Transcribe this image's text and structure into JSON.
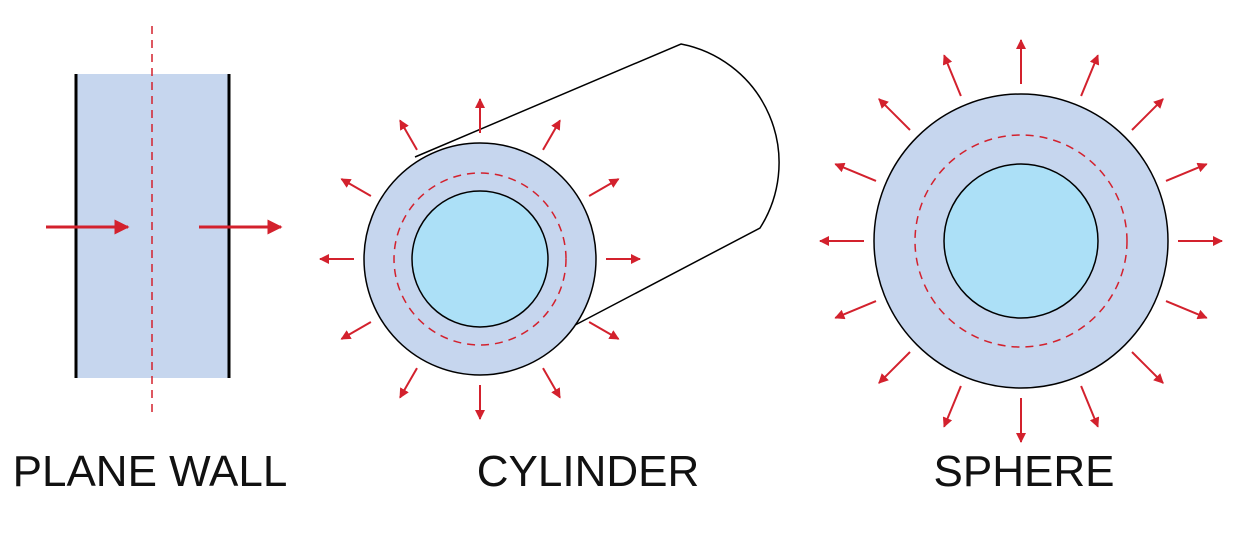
{
  "labels": {
    "plane_wall": "PLANE WALL",
    "cylinder": "CYLINDER",
    "sphere": "SPHERE"
  },
  "colors": {
    "wall_fill": "#c6d6ee",
    "inner_fill": "#ace0f7",
    "arrow": "#d3212d",
    "dashed": "#d3212d",
    "outline": "#000000"
  }
}
